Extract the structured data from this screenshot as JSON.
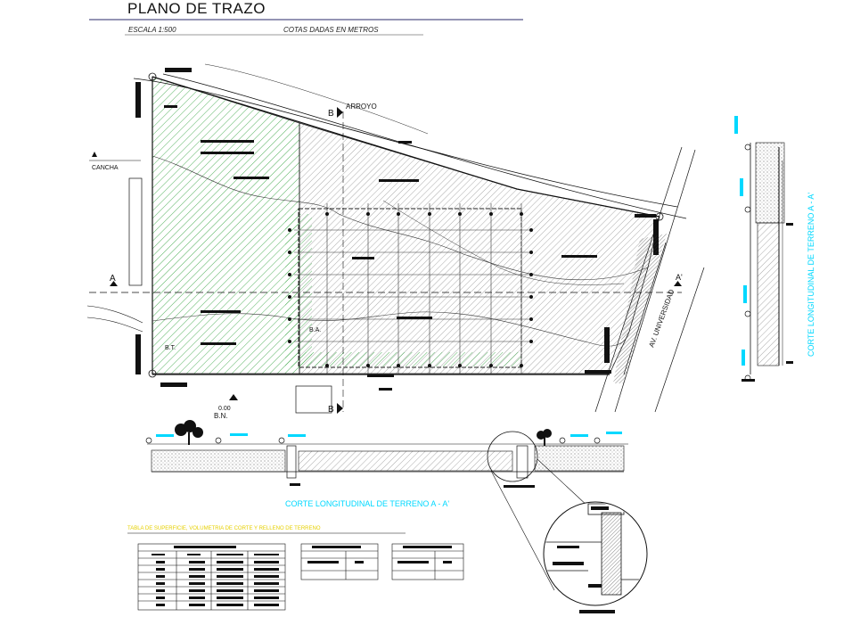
{
  "header": {
    "title": "PLANO DE TRAZO",
    "scale": "ESCALA 1:500",
    "units_note": "COTAS DADAS EN METROS"
  },
  "plan_labels": {
    "arroyo": "ARROYO",
    "cancha": "CANCHA",
    "section_a": "A",
    "section_a_prime": "A'",
    "section_b_top": "B",
    "section_b_bottom": "B",
    "benchmark_value": "0.00",
    "benchmark_code": "B.N.",
    "bt": "B.T.",
    "ba": "B.A.",
    "avenue": "AV. UNIVERSIDAD"
  },
  "sections": {
    "longitudinal_title": "CORTE LONGITUDINAL DE TERRENO A - A'",
    "vertical_title": "CORTE LONGITUDINAL DE TERRENO A - A'"
  },
  "table_caption": "TABLA DE SUPERFICIE, VOLUMETRIA DE CORTE Y RELLENO DE TERRENO",
  "colors": {
    "line": "#1a1a1a",
    "green_hatch": "#3fa84a",
    "accent_cyan": "#00d8ff",
    "caption_yellow": "#e6d000",
    "grid_gray": "#444444"
  }
}
